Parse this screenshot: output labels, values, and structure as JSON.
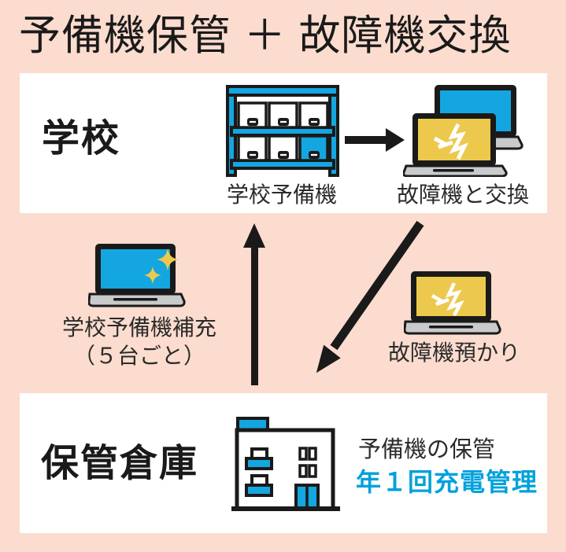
{
  "title": "予備機保管 ＋ 故障機交換",
  "colors": {
    "background": "#fbdcce",
    "panel": "#ffffff",
    "ink": "#1a1a1a",
    "cyan": "#14a6e0",
    "yellow": "#ecc94d",
    "gray": "#c9cacb",
    "accent": "#00a1dc",
    "text": "#2b2b2b"
  },
  "school": {
    "label": "学校",
    "shelf_caption": "学校予備機",
    "exchange_caption": "故障機と交換"
  },
  "cycle": {
    "restock_caption": "学校予備機補充",
    "restock_note": "（５台ごと）",
    "deposit_caption": "故障機預かり"
  },
  "warehouse": {
    "label": "保管倉庫",
    "storage_caption": "予備機の保管",
    "charge_caption": "年１回充電管理"
  }
}
